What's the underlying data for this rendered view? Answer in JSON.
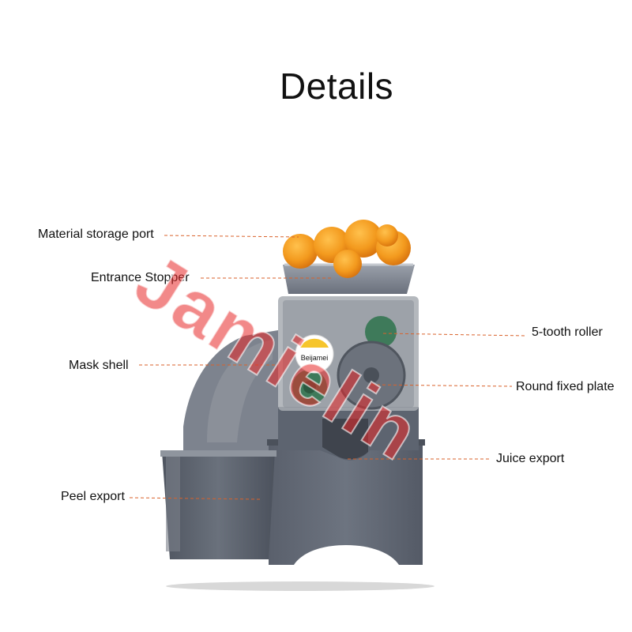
{
  "title": "Details",
  "watermark": "Jamielin",
  "brand": "Beijamei",
  "labels": {
    "material_storage_port": "Material storage port",
    "entrance_stopper": "Entrance Stopper",
    "mask_shell": "Mask shell",
    "peel_export": "Peel export",
    "five_tooth_roller": "5-tooth roller",
    "round_fixed_plate": "Round fixed plate",
    "juice_export": "Juice export"
  },
  "colors": {
    "leader_line": "#d9622b",
    "machine_body": "#5f6673",
    "orange": "#f39a1e",
    "watermark": "#e82828"
  }
}
